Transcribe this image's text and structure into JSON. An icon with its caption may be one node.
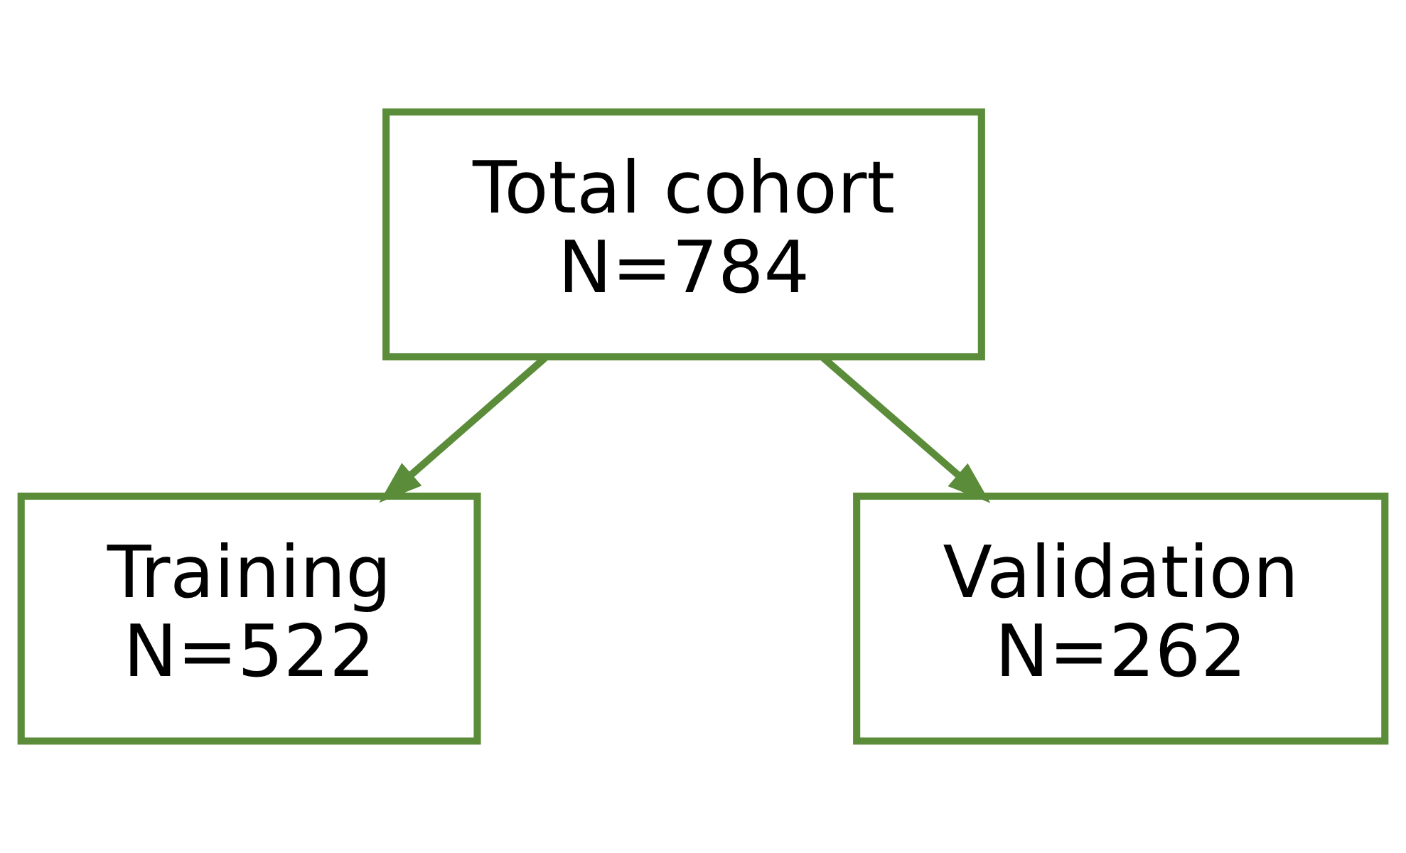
{
  "diagram": {
    "nodes": [
      {
        "text": [
          "Total cohort",
          "N=784"
        ]
      },
      {
        "text": [
          "Training",
          "N=522"
        ]
      },
      {
        "text": [
          "Validation",
          "N=262"
        ]
      }
    ],
    "edges": [
      {
        "from": 0,
        "to": 1,
        "arrow": "to"
      },
      {
        "from": 0,
        "to": 2,
        "arrow": "to"
      }
    ]
  }
}
